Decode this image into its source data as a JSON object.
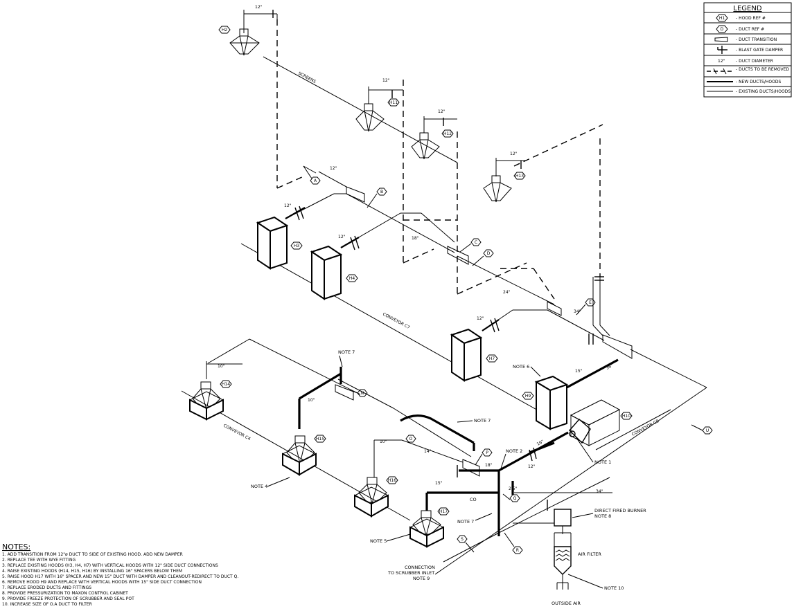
{
  "legend": {
    "title": "LEGEND",
    "rows": [
      {
        "symbol": "H1",
        "text": "- HOOD REF #"
      },
      {
        "symbol": "D",
        "text": "- DUCT REF #"
      },
      {
        "symbol": "",
        "text": "- DUCT TRANSITION"
      },
      {
        "symbol": "",
        "text": "- BLAST GATE DAMPER"
      },
      {
        "symbol": "12\"",
        "text": "- DUCT DIAMETER"
      },
      {
        "symbol": "",
        "text": "- DUCTS TO BE REMOVED"
      },
      {
        "symbol": "",
        "text": "- NEW DUCTS/HOODS"
      },
      {
        "symbol": "",
        "text": "- EXISTING DUCTS/HOODS"
      }
    ]
  },
  "notes": {
    "title": "NOTES:",
    "items": [
      "1.   ADD TRANSITION FROM 12\"ø DUCT TO SIDE OF EXISTING HOOD. ADD NEW DAMPER",
      "2.   REPLACE TEE WITH WYE FITTING",
      "3.   REPLACE EXISTING HOODS (H3, H4, H7) WITH VERTICAL HOODS WITH 12\" SIDE DUCT CONNECTIONS",
      "4.   RAISE EXISTING HOODS (H14, H15, H16) BY INSTALLING 16\" SPACERS BELOW THEM",
      "5.   RAISE HOOD H17 WITH 16\" SPACER AND NEW 15\" DUCT WITH DAMPER AND CLEANOUT-REDIRECT TO DUCT Q.",
      "6.   REMOVE HOOD H9 AND REPLACE WITH VERTICAL HOODS WITH 15\" SIDE DUCT CONNECTION",
      "7.   REPLACE ERODED DUCTS AND FITTINGS",
      "8.   PROVIDE PRESSURIZATION TO MAXON CONTROL CABINET",
      "9.   PROVIDE FREEZE PROTECTION OF SCRUBBER AND SEAL POT",
      "10.  INCREASE SIZE OF O.A DUCT TO FILTER"
    ]
  },
  "hoods": {
    "h2": "H2",
    "h11": "H11",
    "h12": "H12",
    "h13": "H13",
    "h3": "H3",
    "h4": "H4",
    "h7": "H7",
    "h9": "H9",
    "h10": "H10",
    "h14": "H14",
    "h15": "H15",
    "h16": "H16",
    "h17": "H17"
  },
  "ducts": {
    "a": "A",
    "b": "B",
    "c": "C",
    "d": "D",
    "e": "E",
    "n": "N",
    "o": "O",
    "p": "P",
    "q": "Q",
    "r": "R",
    "s": "S",
    "u": "U"
  },
  "dims": {
    "d12": "12\"",
    "d18": "18\"",
    "d24": "24\"",
    "d34": "34\"",
    "d10": "10\"",
    "d14": "14\"",
    "d15": "15\"",
    "d2_5": "2.5\"",
    "d36": "36\"",
    "d16": "16\""
  },
  "conveyors": {
    "screens": "SCREENS",
    "c7": "CONVEYOR C7",
    "c4": "CONVEYOR C4",
    "c8": "CONVEYOR C8"
  },
  "callouts": {
    "note1": "NOTE 1",
    "note2": "NOTE 2",
    "note4": "NOTE 4",
    "note5": "NOTE 5",
    "note6": "NOTE 6",
    "note7": "NOTE 7",
    "note8": "NOTE 8",
    "note9": "NOTE 9",
    "note10": "NOTE 10",
    "co": "CO",
    "burner": "DIRECT FIRED BURNER",
    "air_filter": "AIR FILTER",
    "outside_air": "OUTSIDE AIR",
    "connection_1": "CONNECTION",
    "connection_2": "TO SCRUBBER INLET"
  }
}
